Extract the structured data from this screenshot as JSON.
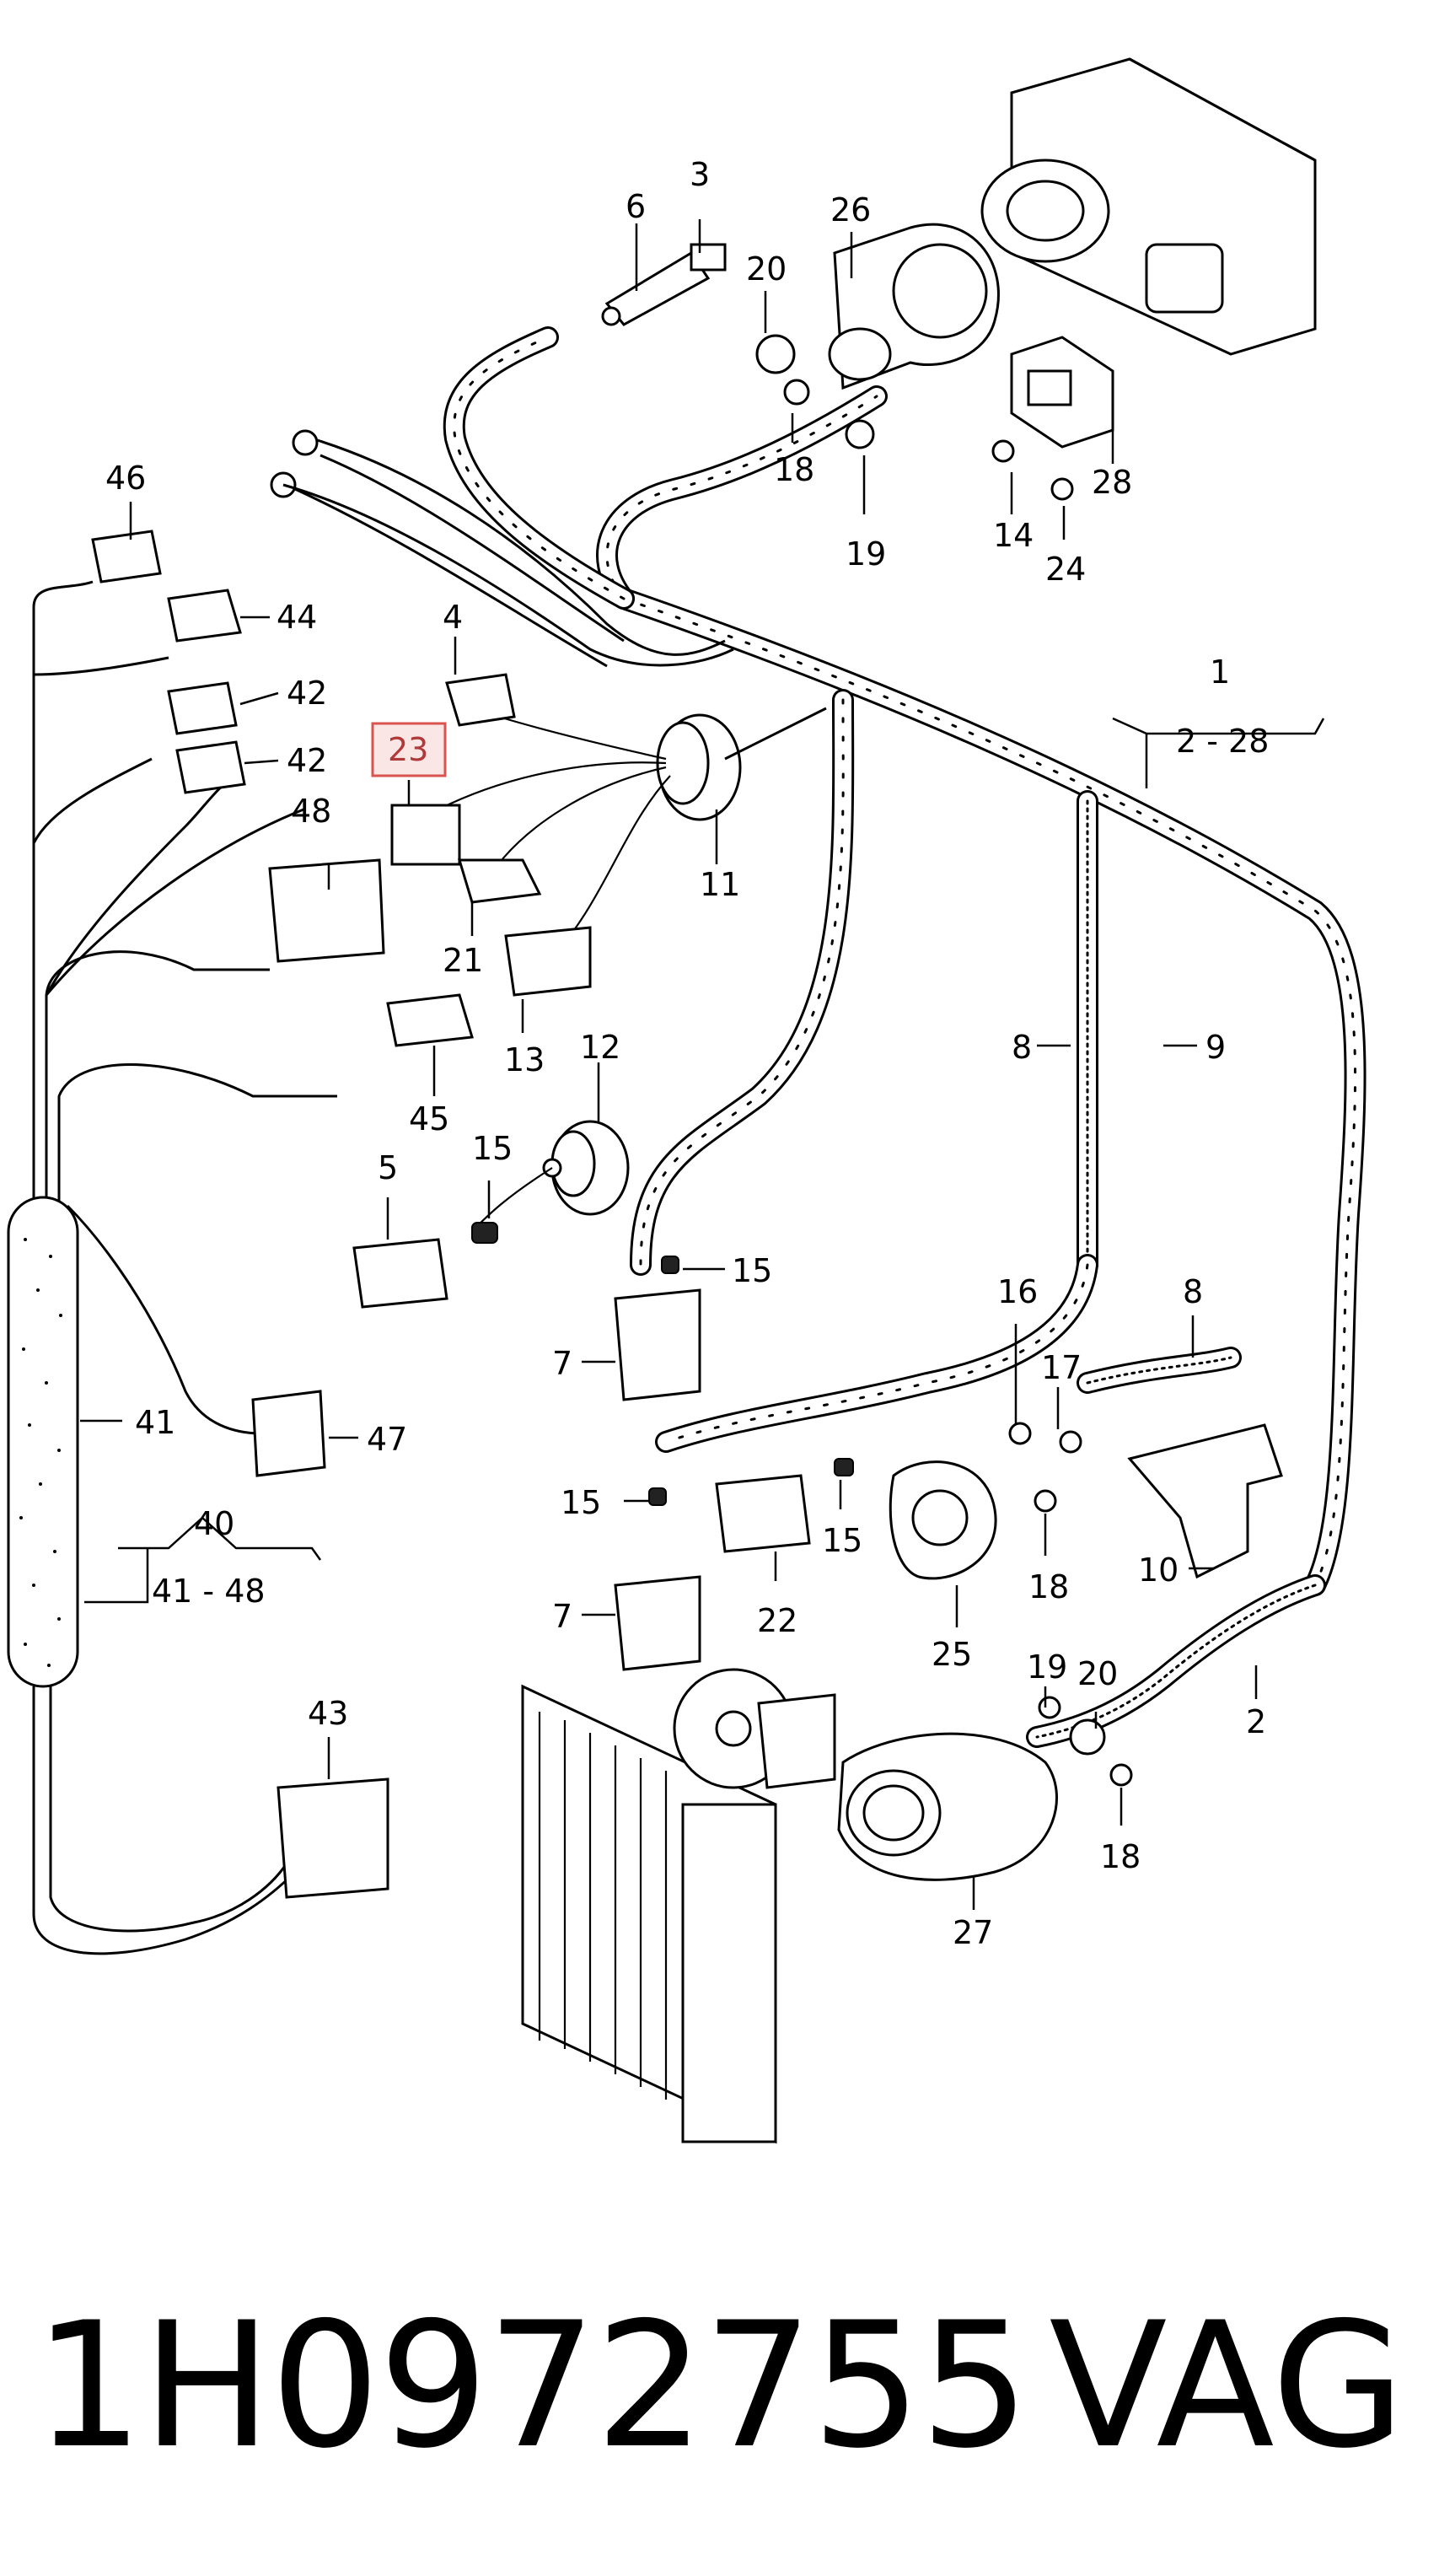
{
  "callouts": {
    "c1": "1",
    "c2_28": "2 - 28",
    "c2": "2",
    "c3": "3",
    "c4": "4",
    "c5": "5",
    "c6": "6",
    "c7a": "7",
    "c7b": "7",
    "c8a": "8",
    "c8b": "8",
    "c9": "9",
    "c10": "10",
    "c11": "11",
    "c12": "12",
    "c13": "13",
    "c14": "14",
    "c15a": "15",
    "c15b": "15",
    "c15c": "15",
    "c15d": "15",
    "c16": "16",
    "c17": "17",
    "c18a": "18",
    "c18b": "18",
    "c18c": "18",
    "c19a": "19",
    "c19b": "19",
    "c20a": "20",
    "c20b": "20",
    "c21": "21",
    "c22": "22",
    "c23": "23",
    "c24": "24",
    "c25": "25",
    "c26": "26",
    "c27": "27",
    "c28": "28",
    "c40": "40",
    "c41_48": "41 - 48",
    "c41": "41",
    "c42a": "42",
    "c42b": "42",
    "c43": "43",
    "c44": "44",
    "c45": "45",
    "c46": "46",
    "c47": "47",
    "c48": "48"
  },
  "highlight": {
    "label": "23",
    "color": "#d9534f"
  },
  "footer": {
    "part_number": "1H0972755",
    "brand": "VAG"
  }
}
